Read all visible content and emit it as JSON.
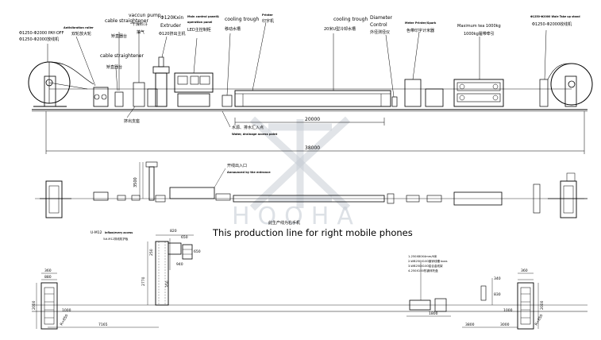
{
  "top_view": {
    "payoff_label_1": "Φ1250-Φ2000 PAY-OFF",
    "payoff_label_2": "Φ1250-Φ2000放线机",
    "anti_vibration_label": "Antivibration roller",
    "anti_vibration_cn": "双轮放大轮",
    "cable_straightener_1_en": "cable straightener",
    "cable_straightener_1_cn": "矫直器台",
    "vacuum_pump_en": "vaccun pump",
    "vacuum_pump_cn": "干燥料斗",
    "vacuum_pump_cn2": "抽气",
    "extruder_model": "Φ120Kxin",
    "extruder_en": "Extruder",
    "extruder_cn": "Φ120挤出主机",
    "main_panel_en_1": "Main control panel&",
    "main_panel_en_2": "operation panel",
    "main_panel_cn": "LED主控制柜",
    "cooling_trough_1_en": "cooling trough",
    "cooling_trough_1_cn": "移动水槽",
    "printer_en": "Printer",
    "printer_cn": "印字机",
    "cable_straightener_2_en": "cable straightener",
    "cable_straightener_2_cn": "矫直器台",
    "cooling_trough_2_en": "cooling trough",
    "cooling_trough_2_cn": "20米U型冷却水槽",
    "diameter_control_en_1": "Diameter",
    "diameter_control_en_2": "Control",
    "diameter_control_cn": "外径测径仪",
    "meter_printer_en": "Meter Printer/Spark",
    "meter_printer_cn": "色带印字计米器",
    "capstan_en": "Maximum tea 1000kg",
    "capstan_cn": "1000kg履带牵引",
    "takeup_en": "Φ1250-Φ2000 Wale Take up stand",
    "takeup_cn": "Φ1250-Φ2000收线机",
    "dimension_20000": "20000",
    "dimension_38000": "38000",
    "water_point_cn": "水源、排水汇入点",
    "water_point_en": "Water, drainage access point",
    "extruder_stand_cn": "挤出支座"
  },
  "middle_view": {
    "dimension_3500": "3500",
    "cable_entry_cn": "开线出入口",
    "cable_entry_en": "Announced by the entrance",
    "production_note_cn": "此生产线为右手机",
    "watermark_text": "HOOHA",
    "caption": "This production line for right mobile phones"
  },
  "bottom_view": {
    "u_m12_label": "U-M12",
    "inflow_label": "Inflow/every access",
    "m12_label": "5#-M12排线防护板",
    "dim_820": "820",
    "dim_650_top": "650",
    "dim_650_mid": "650",
    "dim_940": "940",
    "dim_250": "250",
    "dim_2770": "2770",
    "dim_350": "350",
    "dim_7165": "7165",
    "left_dim_2000": "2000",
    "left_dim_360": "360",
    "left_dim_880": "880",
    "left_dim_1000": "1000",
    "left_r_label": "R=850",
    "right_legend_1": "1-250X80X4mm/6米",
    "right_legend_2": "2-WB250X100镀锌线槽 boxs",
    "right_legend_3": "3-WB250X100铝合金线架",
    "right_legend_4": "4-250X100热镀锌托盘",
    "dim_1800": "1800",
    "dim_340": "340",
    "dim_830": "830",
    "dim_3800": "3800",
    "dim_3000": "3000",
    "right_dim_360": "360",
    "right_dim_2000": "2000",
    "right_dim_1000": "1000",
    "right_r_label": "R=850"
  }
}
